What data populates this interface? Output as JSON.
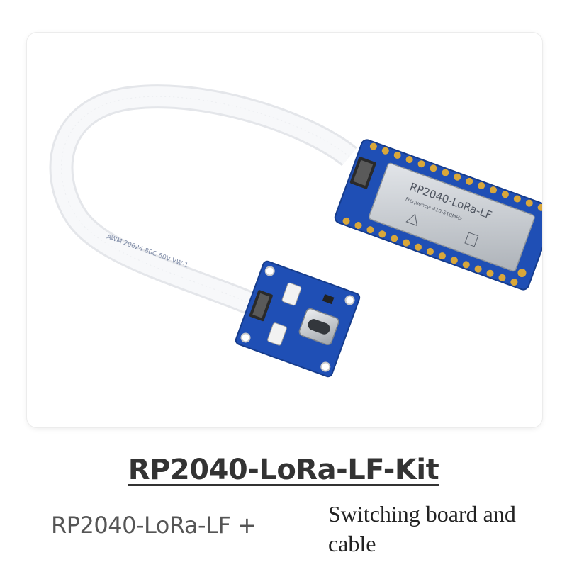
{
  "product": {
    "board_label": "RP2040-LoRa-LF",
    "board_sublabel": "Frequency: 410-510MHz",
    "cable_print": "AWM 20624 80C 60V VW-1"
  },
  "caption": {
    "title": "RP2040-LoRa-LF-Kit",
    "subtitle_main": "RP2040-LoRa-LF +",
    "subtitle_extra": "Switching board and cable"
  },
  "colors": {
    "pcb_blue": "#1f4fb5",
    "shield_silver": "#c9cdd2",
    "gold_pad": "#d9a73a",
    "title_text": "#333333"
  }
}
